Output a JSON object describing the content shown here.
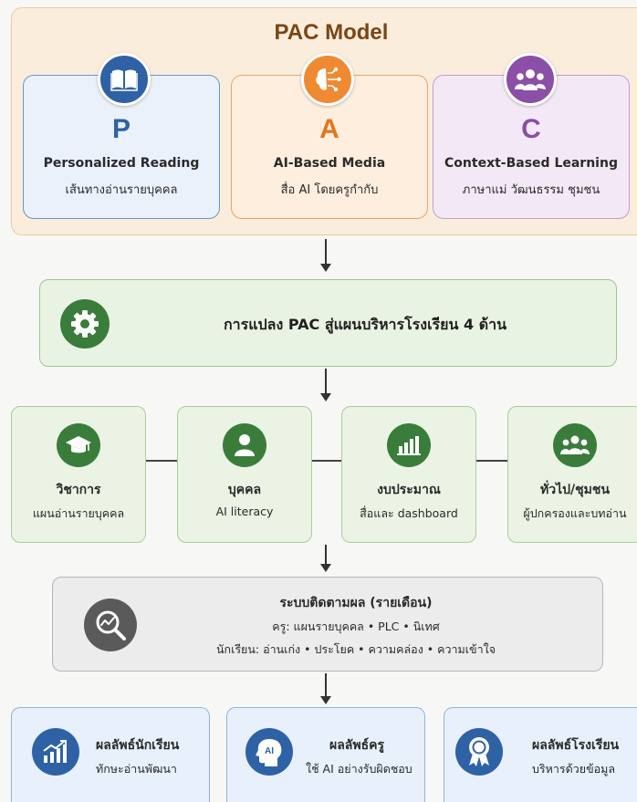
{
  "pac": {
    "title": "PAC Model",
    "cards": [
      {
        "letter": "P",
        "en": "Personalized Reading",
        "th": "เส้นทางอ่านรายบุคคล",
        "icon": "book-icon",
        "color": "#2f62a4"
      },
      {
        "letter": "A",
        "en": "AI-Based Media",
        "th": "สื่อ AI โดยครูกำกับ",
        "icon": "ai-brain-icon",
        "color": "#ef8a32"
      },
      {
        "letter": "C",
        "en": "Context-Based Learning",
        "th": "ภาษาแม่ วัฒนธรรม ชุมชน",
        "icon": "community-icon",
        "color": "#8b4fa7"
      }
    ]
  },
  "transform": {
    "text": "การแปลง PAC สู่แผนบริหารโรงเรียน 4 ด้าน",
    "icon": "gear-icon"
  },
  "domains": [
    {
      "title": "วิชาการ",
      "sub": "แผนอ่านรายบุคคล",
      "icon": "graduation-cap-icon"
    },
    {
      "title": "บุคคล",
      "sub": "AI literacy",
      "icon": "person-icon"
    },
    {
      "title": "งบประมาณ",
      "sub": "สื่อและ dashboard",
      "icon": "bar-chart-icon"
    },
    {
      "title": "ทั่วไป/ชุมชน",
      "sub": "ผู้ปกครองและบทอ่าน",
      "icon": "group-icon"
    }
  ],
  "monitoring": {
    "title": "ระบบติดตามผล (รายเดือน)",
    "teacher": "ครู: แผนรายบุคคล • PLC • นิเทศ",
    "student": "นักเรียน: อ่านเก่ง • ประโยค • ความคล่อง • ความเข้าใจ",
    "icon": "magnifier-chart-icon"
  },
  "outcomes": [
    {
      "title": "ผลลัพธ์นักเรียน",
      "sub": "ทักษะอ่านพัฒนา",
      "icon": "growth-chart-icon"
    },
    {
      "title": "ผลลัพธ์ครู",
      "sub": "ใช้ AI อย่างรับผิดชอบ",
      "icon": "ai-head-icon",
      "badge": "AI"
    },
    {
      "title": "ผลลัพธ์โรงเรียน",
      "sub": "บริหารด้วยข้อมูล",
      "icon": "award-ribbon-icon"
    }
  ]
}
